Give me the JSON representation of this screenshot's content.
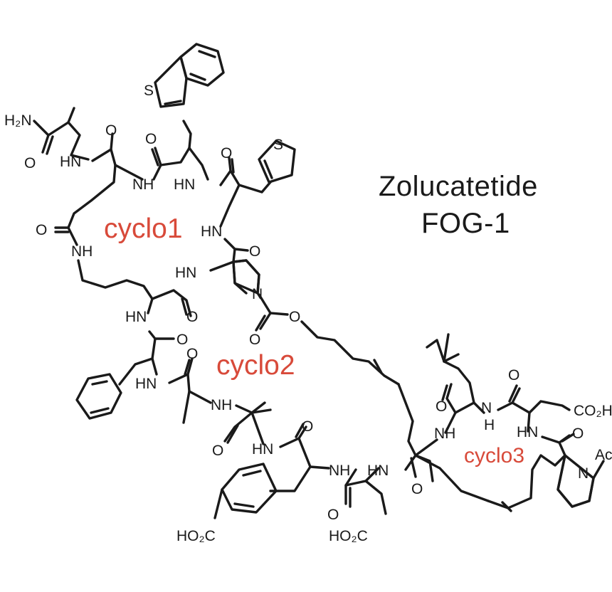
{
  "title": {
    "name": "Zolucatetide",
    "code": "FOG-1"
  },
  "ring_labels": {
    "cyclo1": "cyclo1",
    "cyclo2": "cyclo2",
    "cyclo3": "cyclo3"
  },
  "atom_labels": {
    "h2n": "H₂N",
    "o": "O",
    "hn": "HN",
    "nh": "NH",
    "h": "H",
    "n": "N",
    "s": "S",
    "co2h": "CO₂H",
    "ho2c": "HO₂C",
    "ac": "Ac"
  },
  "colors": {
    "ink": "#1a1a1a",
    "ring_label": "#d84a3a",
    "background": "#ffffff"
  }
}
